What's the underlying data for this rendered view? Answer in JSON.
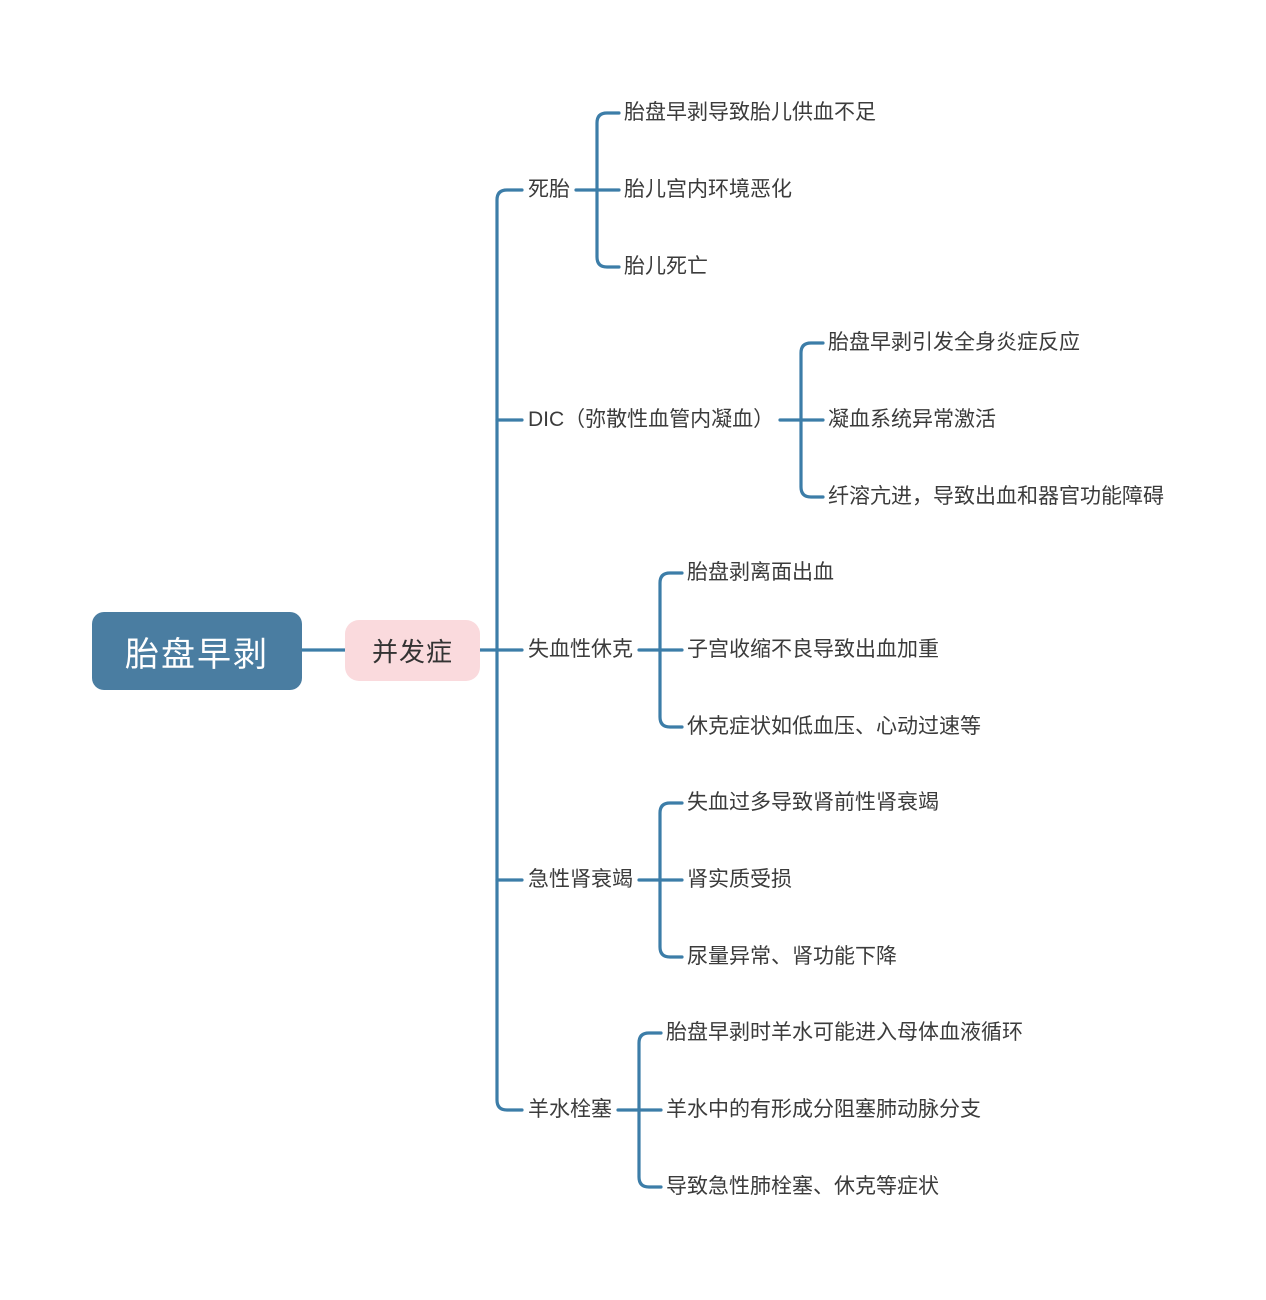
{
  "colors": {
    "line": "#3c7da8",
    "canvas_bg": "#ffffff",
    "root_bg": "#4a7da1",
    "root_text": "#ffffff",
    "hub_bg": "#fadadd",
    "hub_text": "#333333",
    "label_text": "#3b3b3b"
  },
  "root": {
    "label": "胎盘早剥"
  },
  "hub": {
    "label": "并发症"
  },
  "branches": [
    {
      "label": "死胎",
      "children": [
        "胎盘早剥导致胎儿供血不足",
        "胎儿宫内环境恶化",
        "胎儿死亡"
      ]
    },
    {
      "label": "DIC（弥散性血管内凝血）",
      "children": [
        "胎盘早剥引发全身炎症反应",
        "凝血系统异常激活",
        "纤溶亢进，导致出血和器官功能障碍"
      ]
    },
    {
      "label": "失血性休克",
      "children": [
        "胎盘剥离面出血",
        "子宫收缩不良导致出血加重",
        "休克症状如低血压、心动过速等"
      ]
    },
    {
      "label": "急性肾衰竭",
      "children": [
        "失血过多导致肾前性肾衰竭",
        "肾实质受损",
        "尿量异常、肾功能下降"
      ]
    },
    {
      "label": "羊水栓塞",
      "children": [
        "胎盘早剥时羊水可能进入母体血液循环",
        "羊水中的有形成分阻塞肺动脉分支",
        "导致急性肺栓塞、休克等症状"
      ]
    }
  ]
}
